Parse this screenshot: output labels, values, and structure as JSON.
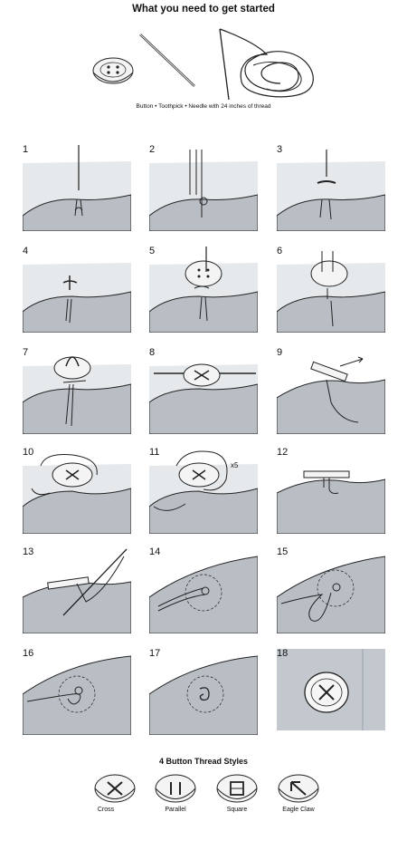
{
  "title": "What you need to get started",
  "supplies_caption": "Button • Toothpick • Needle with 24 inches of thread",
  "steps": [
    "1",
    "2",
    "3",
    "4",
    "5",
    "6",
    "7",
    "8",
    "9",
    "10",
    "11",
    "12",
    "13",
    "14",
    "15",
    "16",
    "17",
    "18"
  ],
  "step11_note": "x5",
  "styles_title": "4 Button Thread Styles",
  "styles": [
    "Cross",
    "Parallel",
    "Square",
    "Eagle Claw"
  ],
  "colors": {
    "fabric": "#d9dde2",
    "fabric_dark": "#aab0b8",
    "line": "#222222"
  }
}
